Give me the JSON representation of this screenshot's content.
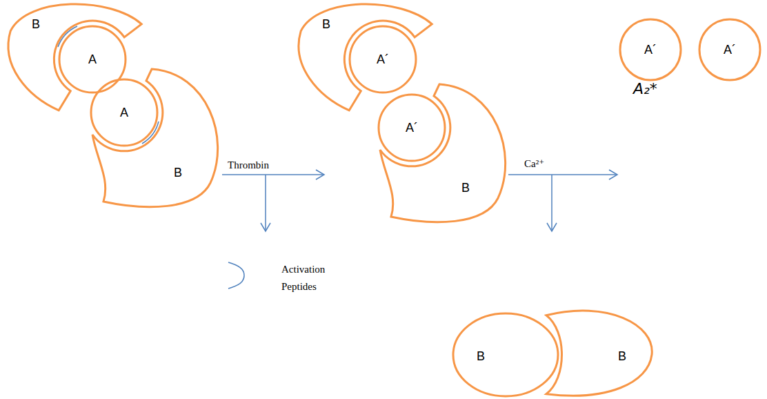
{
  "diagram": {
    "nodes": [
      {
        "text": [
          "B"
        ]
      },
      {
        "text": [
          "A"
        ]
      },
      {
        "text": [
          "A"
        ]
      },
      {
        "text": [
          "B"
        ]
      },
      {
        "text": [
          "B"
        ]
      },
      {
        "text": [
          "A´"
        ]
      },
      {
        "text": [
          "A´"
        ]
      },
      {
        "text": [
          "B"
        ]
      },
      {
        "text": [
          "A´"
        ]
      },
      {
        "text": [
          "A´"
        ]
      },
      {
        "text": [
          "B"
        ]
      },
      {
        "text": [
          "B"
        ]
      }
    ],
    "labels": [
      "Thrombin",
      "Ca²⁺",
      "A₂*"
    ],
    "legend": [
      {
        "text": "Activation Peptides"
      }
    ]
  }
}
